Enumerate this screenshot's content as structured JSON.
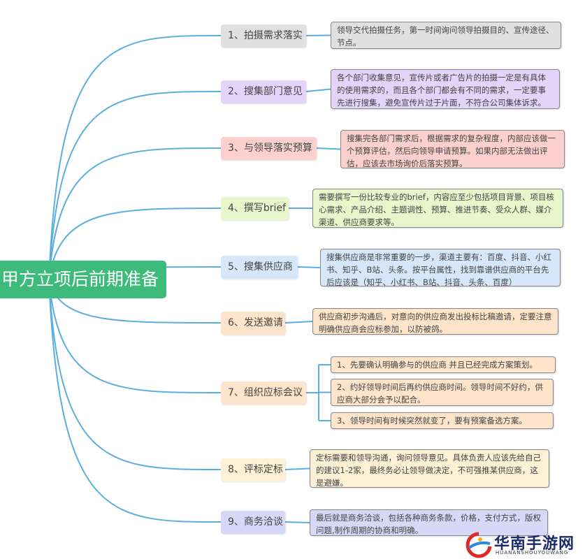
{
  "root": {
    "label": "甲方立项后前期准备",
    "color": "#3dbb7a"
  },
  "line_color": "#5aaee0",
  "branches": [
    {
      "label": "1、拍摄需求落实",
      "color": "#e0e0e0",
      "details": [
        "领导交代拍摄任务，第一时间询问领导拍摄目的、宣传途径、节点。"
      ]
    },
    {
      "label": "2、搜集部门意见",
      "color": "#e3d4f9",
      "details": [
        "各个部门收集意见，宣传片或者广告片的拍摄一定是有具体的使用需求的，而且各个部门都会有不同的需求，一定要事先进行搜集，避免宣传片过于片面，不符合公司集体诉求。"
      ]
    },
    {
      "label": "3、与领导落实预算",
      "color": "#fcd1cd",
      "details": [
        "搜集完各部门需求后，根据需求的复杂程度，内部应该做一个预算评估，然后向领导申请预算。如果内部无法做出评估，应该去市场询价后落实预算。"
      ]
    },
    {
      "label": "4、撰写brief",
      "color": "#e8f6cc",
      "details": [
        "需要撰写一份比较专业的brief，内容应至少包括项目背景、项目核心需求、产品介绍、主题调性、预算、推进节奏、受众人群、媒介渠道、供应商要求等。"
      ]
    },
    {
      "label": "5、搜集供应商",
      "color": "#d5e7f9",
      "details": [
        "搜集供应商是非常重要的一步，渠道主要有：百度、抖音、小红书、知乎、B站、头条。按平台属性，找到靠谱供应商的平台先后应该是（知乎、小红书、B站、抖音、头条、百度）"
      ]
    },
    {
      "label": "6、发送邀请",
      "color": "#fde4ca",
      "details": [
        "供应商初步沟通后，对意向的供应商发出投标比稿邀请，定要注意明确供应商会应标参加，以防被鸽。"
      ]
    },
    {
      "label": "7、组织应标会议",
      "color": "#fde4ca",
      "details": [
        "1、先要确认明确参与的供应商 并且已经完成方案策划。",
        "2、约好领导时间后再约供应商时间。领导时间不好约，供应商大部分会予以配合。",
        "3、领导时间有时候突然就变了，要有预案备选方案。"
      ]
    },
    {
      "label": "8、评标定标",
      "color": "#fdf0d5",
      "details": [
        "定标需要和领导沟通，询问领导意见。具体负责人应该先给自己的建议1-2家，最终务必让领导做决定，不可强推某供应商，这是避嫌。"
      ]
    },
    {
      "label": "9、商务洽谈",
      "color": "#d7d7f7",
      "details": [
        "最后就是商务洽谈，包括各种商务条款，价格，支付方式，版权问题,制作周期的协商和明确。"
      ]
    }
  ],
  "watermark": {
    "title": "华南手游网",
    "subtitle": "HUANANSHOUYOUWANG"
  }
}
